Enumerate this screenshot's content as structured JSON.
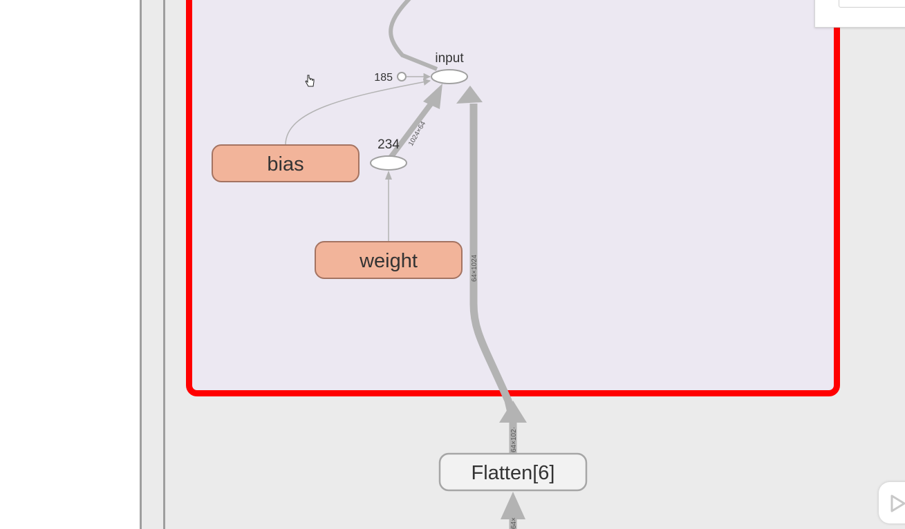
{
  "graph": {
    "nodes": {
      "input_label": "input",
      "const_185_label": "185",
      "const_234_label": "234",
      "bias_label": "bias",
      "weight_label": "weight",
      "flatten_label": "Flatten[6]"
    },
    "edges": {
      "weight_to_input": "1024×64",
      "flatten_to_input": "64×1024",
      "flatten_in_upper": "64×102·",
      "flatten_in_lower": "64×"
    }
  },
  "colors": {
    "group_border": "#ff0000",
    "group_fill": "#ece8f2",
    "param_node_fill": "#f2b49a",
    "param_node_stroke": "#a47361",
    "op_node_fill": "#f2f2f2",
    "edge": "#b3b3b3",
    "canvas_bg": "#ebebeb"
  },
  "icons": {
    "cursor": "hand-pointer-icon",
    "widget": "play-icon"
  }
}
